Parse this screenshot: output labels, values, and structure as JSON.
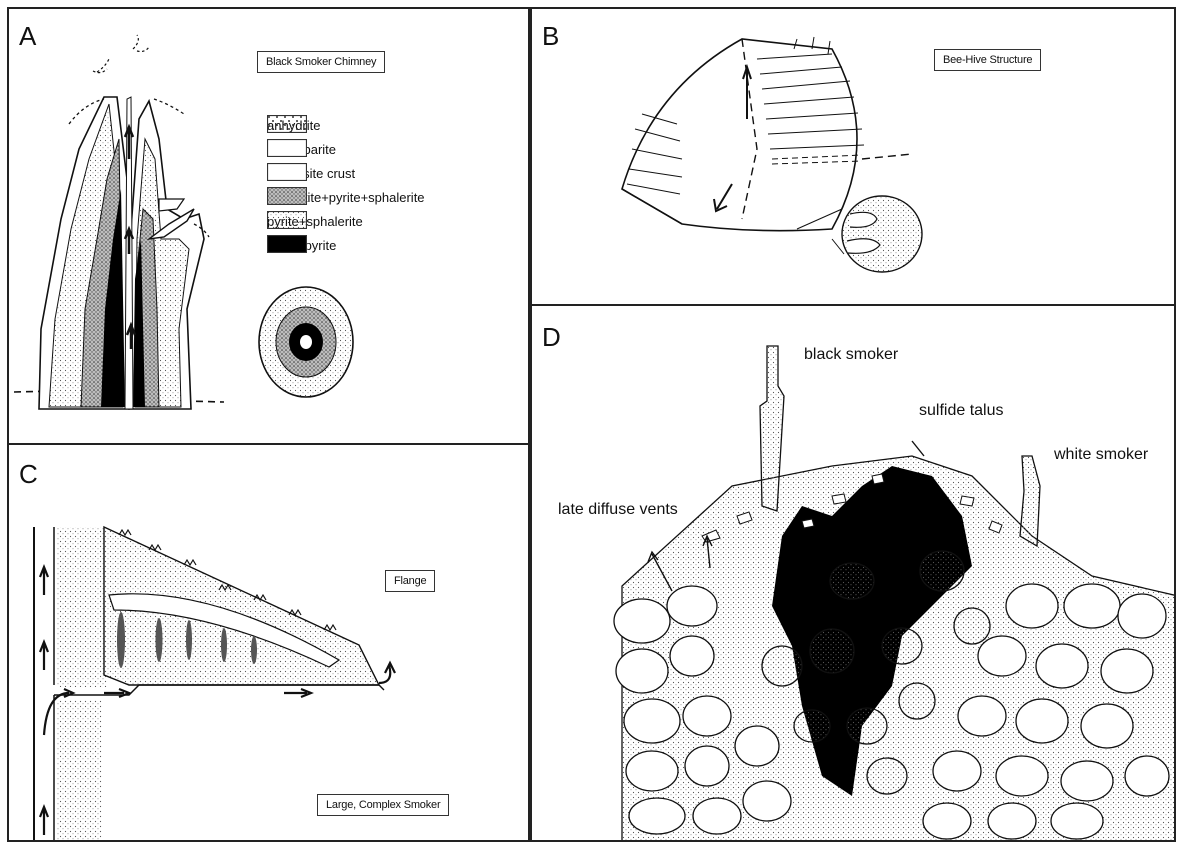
{
  "panels": {
    "a": {
      "letter": "A",
      "title": "Black Smoker Chimney",
      "legend": [
        {
          "label": "anhydrite",
          "pattern": "dots"
        },
        {
          "label": "silica+barite",
          "pattern": "blank"
        },
        {
          "label": "marcasite crust",
          "pattern": "blank"
        },
        {
          "label": "pyrrhotite+pyrite+sphalerite",
          "pattern": "dense"
        },
        {
          "label": "pyrite+sphalerite",
          "pattern": "fine-dots"
        },
        {
          "label": "chalcopyrite",
          "pattern": "solid"
        }
      ]
    },
    "b": {
      "letter": "B",
      "title": "Bee-Hive Structure"
    },
    "c": {
      "letter": "C",
      "flange_label": "Flange",
      "caption": "Large, Complex Smoker"
    },
    "d": {
      "letter": "D",
      "labels": {
        "black_smoker": "black smoker",
        "sulfide_talus": "sulfide talus",
        "white_smoker": "white smoker",
        "late_diffuse_vents": "late diffuse vents"
      }
    }
  },
  "colors": {
    "ink": "#111111",
    "stipple": "#c9c9c9",
    "border": "#222222"
  }
}
